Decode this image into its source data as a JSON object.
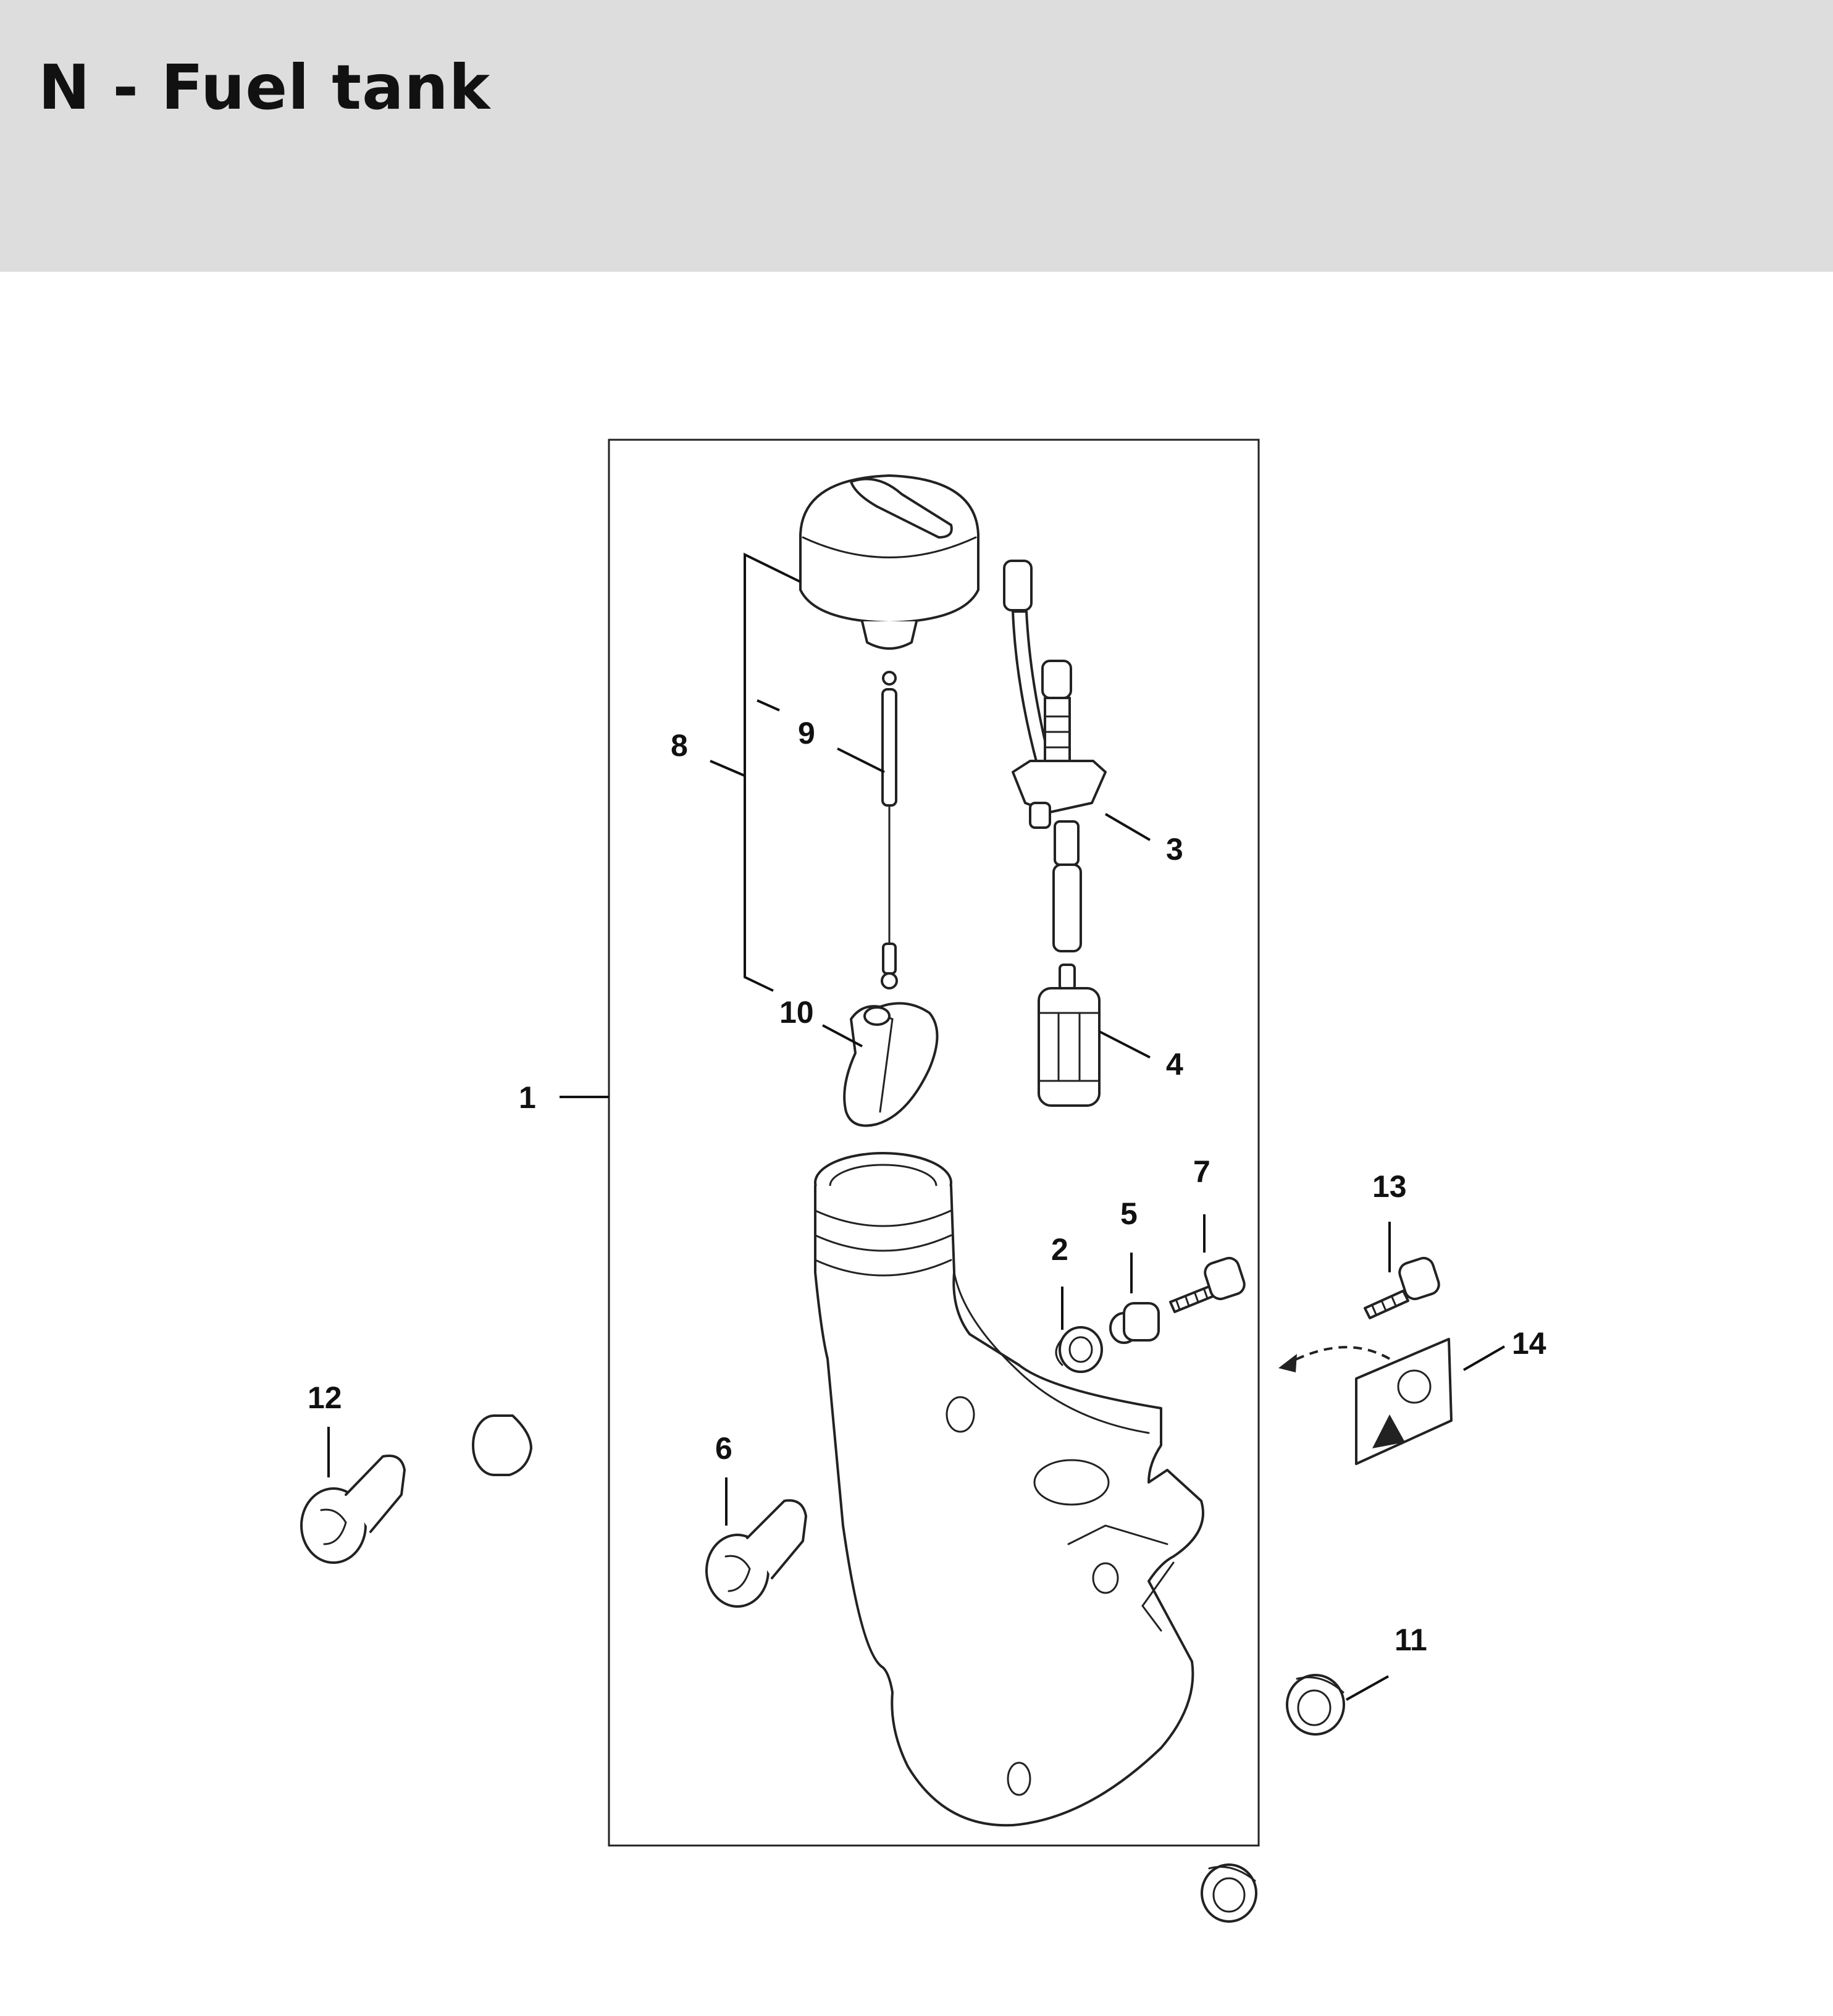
{
  "header": {
    "title": "N - Fuel tank"
  },
  "diagram": {
    "callouts": [
      "1",
      "2",
      "3",
      "4",
      "5",
      "6",
      "7",
      "8",
      "9",
      "10",
      "11",
      "12",
      "13",
      "14"
    ]
  },
  "colors": {
    "header_bg": "#dcdddc",
    "line": "#222222"
  }
}
